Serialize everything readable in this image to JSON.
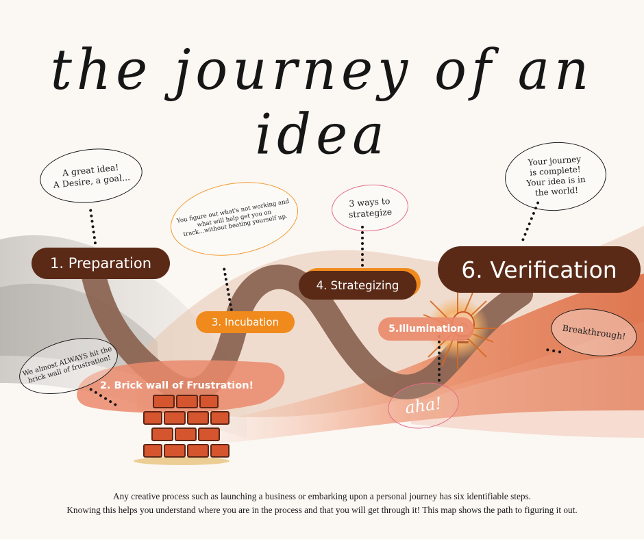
{
  "title": "the journey of an idea",
  "stages": {
    "preparation": "1. Preparation",
    "brick_wall": "2. Brick wall of Frustration!",
    "incubation": "3. Incubation",
    "strategizing": "4. Strategizing",
    "illumination": "5.Illumination",
    "verification": "6. Verification"
  },
  "bubbles": {
    "idea": "A great idea!\nA Desire, a goal...",
    "frustration": "We almost ALWAYS hit the\nbrick wall of frustration!",
    "incubation": "You  figure out what's not working and\nwhat will help get you on\ntrack...without beating yourself up.",
    "strategize": "3 ways to\nstrategize",
    "aha": "aha!",
    "breakthrough": "Breakthrough!",
    "complete": "Your journey\nis complete!\nYour idea is in\nthe world!"
  },
  "footer": {
    "line1": "Any creative process such as launching a business or embarking upon a personal journey has six identifiable steps.",
    "line2": "Knowing this helps you understand where you are in the process and that you will get through it! This map shows the path to figuring it out."
  },
  "colors": {
    "dark_brown": "#5a2a17",
    "orange": "#f08a1c",
    "salmon": "#ea8a6c",
    "path": "#8c6553",
    "brick": "#d5552e"
  }
}
